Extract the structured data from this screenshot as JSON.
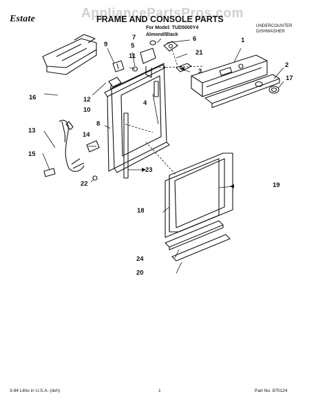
{
  "header": {
    "watermark": "AppliancePartsPros.com",
    "brand": "Estate",
    "title": "FRAME AND CONSOLE PARTS",
    "model_line": "For Model: TUD5000Y4",
    "color_line": "Almond/Black",
    "product_type": [
      "UNDERCOUNTER",
      "DISHWASHER"
    ]
  },
  "footer": {
    "printing": "3-94 Litho in U.S.A. (dsh)",
    "page": "1",
    "part_no": "Part No. 870124"
  },
  "callouts": [
    "1",
    "2",
    "3",
    "4",
    "5",
    "6",
    "7",
    "8",
    "9",
    "10",
    "11",
    "12",
    "13",
    "14",
    "15",
    "16",
    "17",
    "18",
    "19",
    "20",
    "21",
    "22",
    "23",
    "24"
  ],
  "colors": {
    "ink": "#111111",
    "watermark": "#969696"
  }
}
